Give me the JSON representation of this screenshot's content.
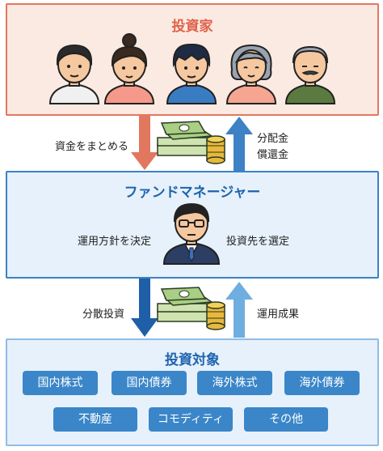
{
  "investors": {
    "title": "投資家"
  },
  "manager": {
    "title": "ファンドマネージャー",
    "left_label": "運用方針を決定",
    "right_label": "投資先を選定"
  },
  "flows": {
    "top_left": "資金をまとめる",
    "top_right_1": "分配金",
    "top_right_2": "償還金",
    "bottom_left": "分散投資",
    "bottom_right": "運用成果"
  },
  "targets": {
    "title": "投資対象",
    "items": [
      "国内株式",
      "国内債券",
      "海外株式",
      "海外債券",
      "不動産",
      "コモディティ",
      "その他"
    ]
  },
  "colors": {
    "investor_border": "#e27760",
    "investor_fill": "#fbeae2",
    "manager_border": "#3c82c4",
    "target_chip": "#3a86c8",
    "arrow_down_top": "#e27760",
    "arrow_up_top": "#3c82c4",
    "arrow_down_bottom": "#1f5fa8",
    "arrow_up_bottom": "#6faee0"
  }
}
